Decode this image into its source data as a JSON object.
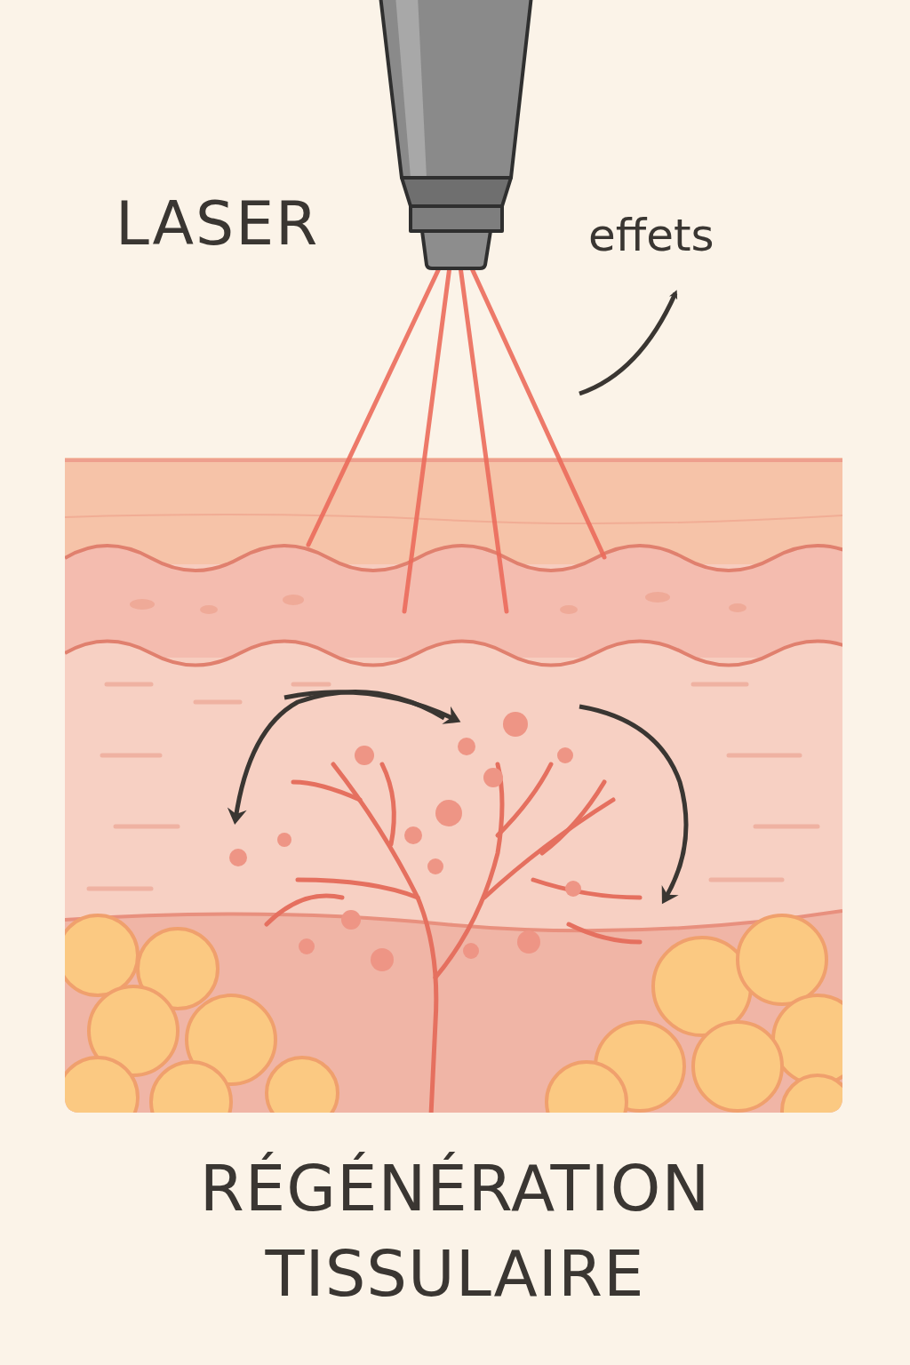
{
  "diagram": {
    "caption": "RÉGÉNÉRATION TISSULAIRE",
    "labels": [
      "LASER",
      "effets"
    ]
  }
}
